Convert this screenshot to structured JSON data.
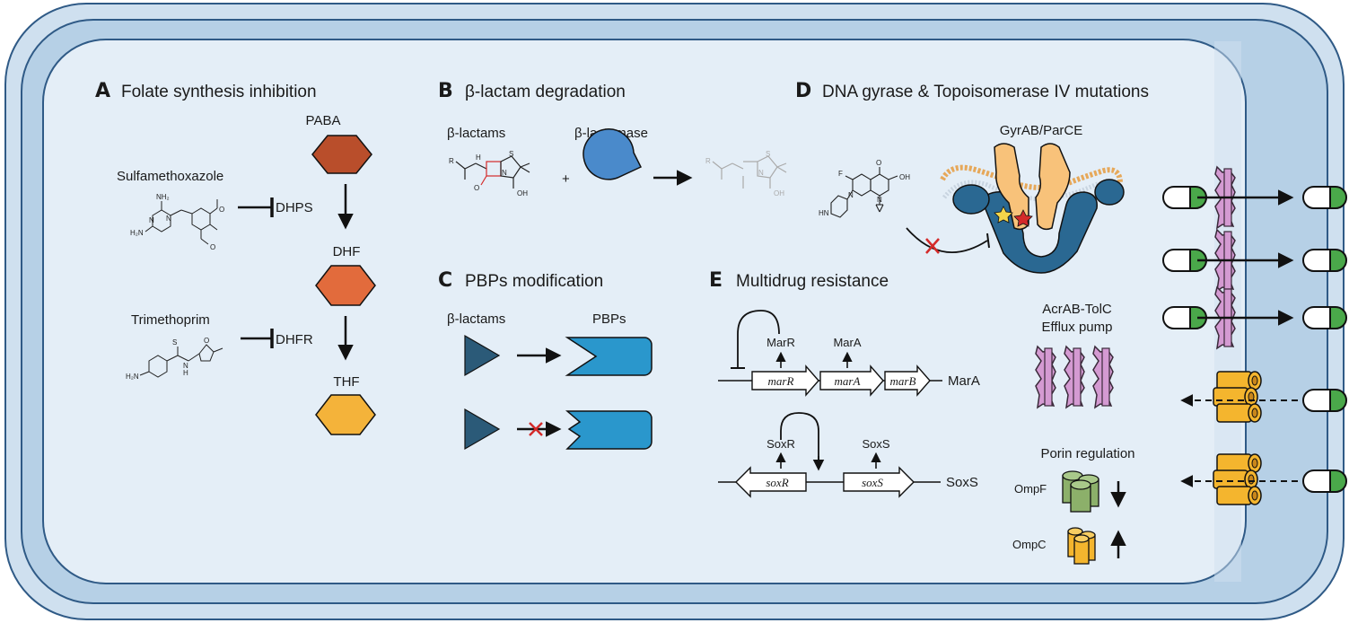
{
  "panels": {
    "A": {
      "letter": "A",
      "title": "Folate synthesis inhibition",
      "drug1": "Sulfamethoxazole",
      "drug2": "Trimethoprim",
      "enzyme1": "DHPS",
      "enzyme2": "DHFR",
      "met1": "PABA",
      "met2": "DHF",
      "met3": "THF",
      "colors": {
        "paba": "#b94e2b",
        "dhf": "#e26b3c",
        "thf": "#f4b33a"
      },
      "chem": {
        "nh2_top": "NH₂",
        "h2n": "H₂N",
        "h2n_b": "H₂N",
        "n1": "N",
        "n2": "N",
        "s": "S",
        "o1": "O",
        "o2": "O",
        "n_b": "N",
        "o_b": "O",
        "h_b": "H"
      }
    },
    "B": {
      "letter": "B",
      "title": "β-lactam degradation",
      "substrate": "β-lactams",
      "enzyme": "β-lactamase",
      "plus": "+",
      "chem": {
        "r": "R",
        "n": "N",
        "s": "S",
        "o": "O",
        "h": "H",
        "oh": "OH",
        "r2": "R",
        "n2": "N",
        "s2": "S",
        "oh2": "OH"
      }
    },
    "C": {
      "letter": "C",
      "title": "PBPs modification",
      "substrate": "β-lactams",
      "target": "PBPs"
    },
    "D": {
      "letter": "D",
      "title": "DNA gyrase & Topoisomerase IV mutations",
      "enzyme": "GyrAB/ParCE",
      "chem": {
        "f": "F",
        "o": "O",
        "oh": "OH",
        "n": "N",
        "hn": "HN",
        "n2": "N"
      }
    },
    "E": {
      "letter": "E",
      "title": "Multidrug resistance",
      "mar": {
        "protein_r": "MarR",
        "protein_a": "MarA",
        "gene_r": "marR",
        "gene_a": "marA",
        "gene_b": "marB",
        "output": "MarA"
      },
      "sox": {
        "protein_r": "SoxR",
        "protein_s": "SoxS",
        "gene_r": "soxR",
        "gene_s": "soxS",
        "output": "SoxS"
      }
    },
    "efflux": {
      "line1": "AcrAB-TolC",
      "line2": "Efflux pump"
    },
    "porin": {
      "title": "Porin regulation",
      "ompf": "OmpF",
      "ompc": "OmpC"
    }
  },
  "colors": {
    "membrane_outer": "#cfe0ef",
    "membrane_line": "#2f5a86",
    "cytoplasm": "#e4eef7",
    "pbp": "#2a97cc",
    "lactam": "#2b5a78",
    "pill_green": "#4aa84a",
    "efflux": "#d49ad2",
    "porin_yellow": "#f4b52e",
    "ompf_green": "#8cb06a",
    "gyrase_orange": "#f8c27a",
    "gyrase_blue": "#2a6892",
    "inhibit_red": "#d42a2a"
  }
}
